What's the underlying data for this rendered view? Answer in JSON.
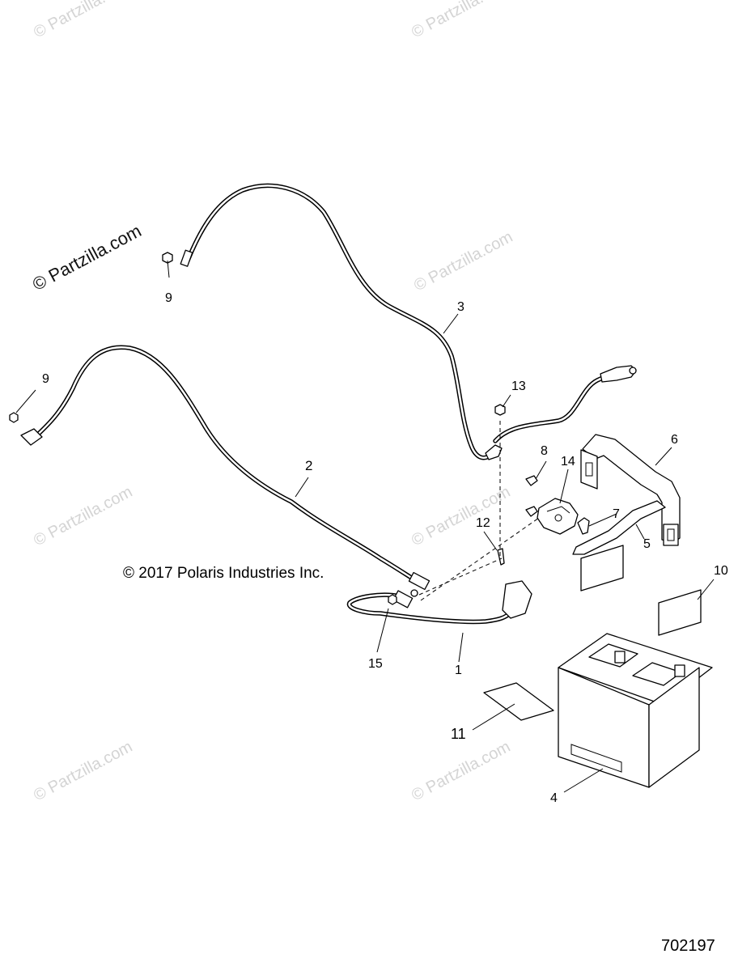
{
  "watermark": {
    "text": "© Partzilla.com"
  },
  "logo": {
    "text": "© Partzilla.com"
  },
  "copyright": "© 2017 Polaris Industries Inc.",
  "drawing_number": "702197",
  "callouts": {
    "c1": "1",
    "c2": "2",
    "c3": "3",
    "c4": "4",
    "c5": "5",
    "c6": "6",
    "c7": "7",
    "c8": "8",
    "c9a": "9",
    "c9b": "9",
    "c10": "10",
    "c11": "11",
    "c12": "12",
    "c13": "13",
    "c14": "14",
    "c15": "15"
  },
  "colors": {
    "line": "#000000",
    "watermark": "#d4d4d4",
    "background": "#ffffff"
  }
}
